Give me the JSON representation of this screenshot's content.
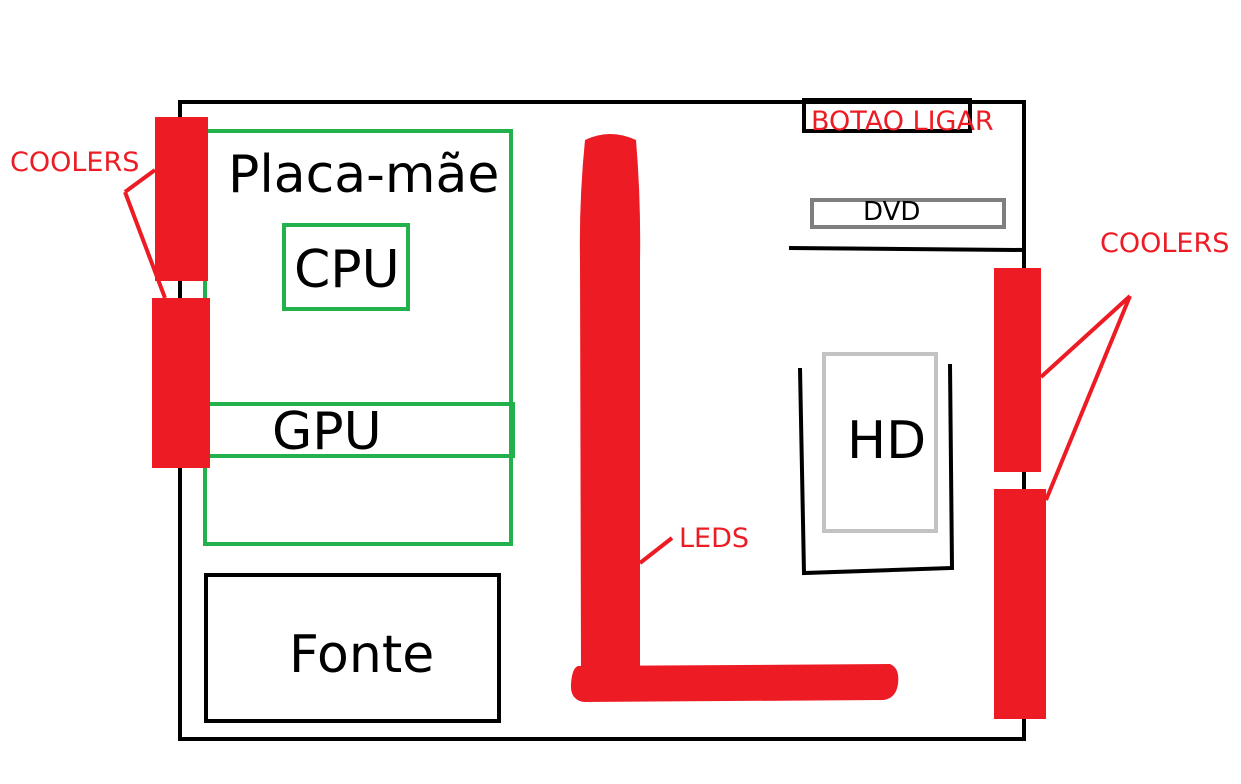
{
  "colors": {
    "case_outline": "#000000",
    "board_outline": "#22b14c",
    "component_red": "#ed1c24",
    "dvd_outline": "#7f7f7f",
    "hd_outline": "#c3c3c3",
    "label_red": "#ed1c24",
    "label_black": "#000000"
  },
  "labels": {
    "motherboard": "Placa-mãe",
    "cpu": "CPU",
    "gpu": "GPU",
    "power_supply": "Fonte",
    "power_button": "BOTAO LIGAR",
    "dvd": "DVD",
    "hd": "HD",
    "leds": "LEDS",
    "coolers_left": "COOLERS",
    "coolers_right": "COOLERS"
  }
}
